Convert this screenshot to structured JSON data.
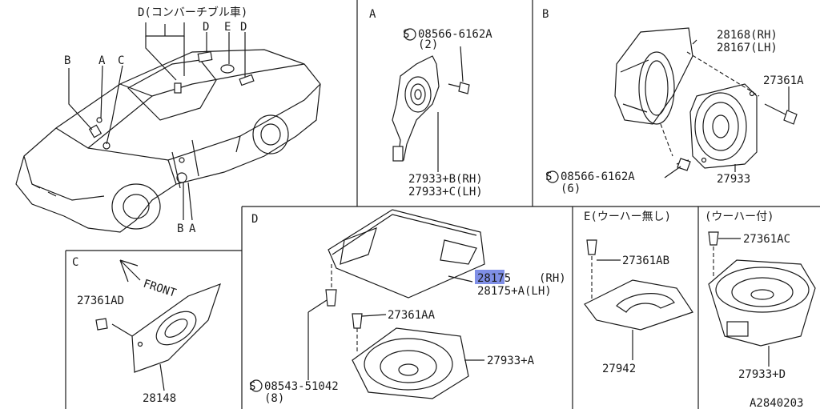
{
  "labels": {
    "conv_title": "D(コンバーチブル車)",
    "car_b": "B",
    "car_a": "A",
    "car_c": "C",
    "car_d1": "D",
    "car_e": "E",
    "car_d2": "D",
    "car_b2": "B",
    "car_a2": "A",
    "sec_a": "A",
    "sec_b": "B",
    "sec_c": "C",
    "sec_d": "D",
    "sec_e": "E(ウーハー無し)",
    "sec_e2": "(ウーハー付)",
    "a_bolt": "08566-6162A",
    "a_bolt_qty": "(2)",
    "a_part1": "27933+B(RH)",
    "a_part2": "27933+C(LH)",
    "b_part1": "28168(RH)",
    "b_part2": "28167(LH)",
    "b_screw": "27361A",
    "b_bolt": "08566-6162A",
    "b_bolt_qty": "(6)",
    "b_speaker": "27933",
    "c_front": "FRONT",
    "c_screw": "27361AD",
    "c_part": "28148",
    "d_part_hl": "28175",
    "d_part_rh": "(RH)",
    "d_part_lh": "28175+A(LH)",
    "d_screw": "27361AA",
    "d_bolt": "08543-51042",
    "d_bolt_qty": "(8)",
    "d_speaker": "27933+A",
    "e_screw": "27361AB",
    "e_part": "27942",
    "e2_screw": "27361AC",
    "e2_part": "27933+D",
    "diagram_code": "A2840203",
    "s_mark": "S"
  },
  "colors": {
    "line": "#1a1a1a",
    "highlight": "#7f8fe6"
  }
}
